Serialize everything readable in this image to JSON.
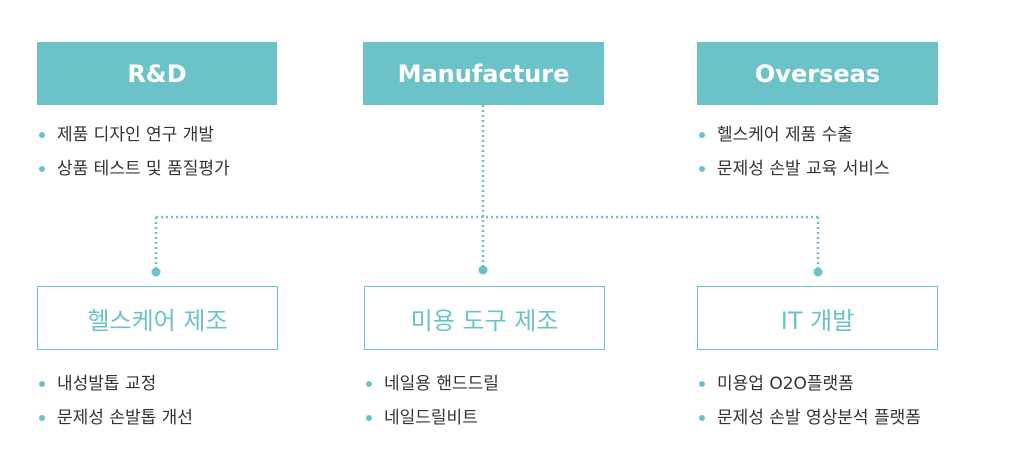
{
  "accent_color": "#6cc2c9",
  "top": [
    {
      "title": "R&D",
      "items": [
        "제품 디자인 연구 개발",
        "상품 테스트 및 품질평가"
      ]
    },
    {
      "title": "Manufacture",
      "items": []
    },
    {
      "title": "Overseas",
      "items": [
        "헬스케어 제품 수출",
        "문제성 손발 교육 서비스"
      ]
    }
  ],
  "bottom": [
    {
      "title": "헬스케어 제조",
      "items": [
        "내성발톱 교정",
        "문제성 손발톱 개선"
      ]
    },
    {
      "title": "미용 도구 제조",
      "items": [
        "네일용 핸드드릴",
        "네일드릴비트"
      ]
    },
    {
      "title": "IT 개발",
      "items": [
        "미용업 O2O플랫폼",
        "문제성 손발 영상분석 플랫폼"
      ]
    }
  ]
}
